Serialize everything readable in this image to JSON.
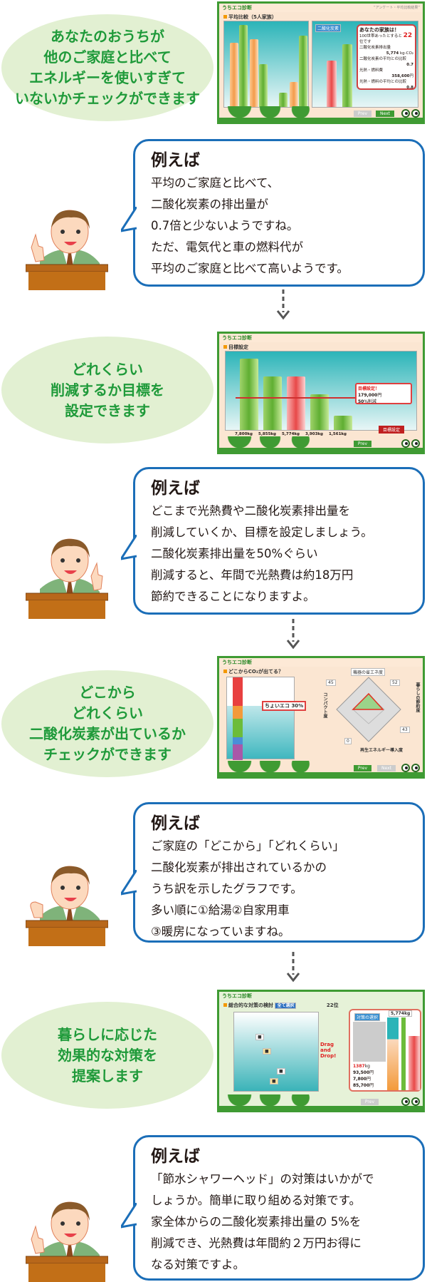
{
  "colors": {
    "accent_green": "#1f9a3a",
    "ellipse_bg": "#e2f0d2",
    "bubble_border": "#1b6eb8",
    "frame_green": "#3f9b33"
  },
  "sections": [
    {
      "headline": "あなたのおうちが\n他のご家庭と比べて\nエネルギーを使いすぎて\nいないかチェックができます",
      "thumb": {
        "app": "うちエコ診断",
        "title": "平均比較（5人家族）",
        "sub_title": "“アンケート・平均比較結果”",
        "panel_label": "二酸化炭素",
        "box_title": "あなたの家族は！",
        "rank_text": "100世帯あったとすると",
        "rank": "22",
        "rank_unit": "位です",
        "co2_label": "二酸化炭素排出量",
        "co2_value": "5,774",
        "co2_unit": "kg-CO₂",
        "ratio_label": "二酸化炭素の平均との比較",
        "ratio_value": "0.7",
        "cost_label": "光熱・燃料費",
        "cost_value": "358,600",
        "cost_unit": "円",
        "cost_ratio_label": "光熱・燃料の平均との比較",
        "cost_ratio_value": "0.8",
        "prev": "Prev",
        "next": "Next"
      },
      "bubble": {
        "title": "例えば",
        "body": "平均のご家庭と比べて、\n二酸化炭素の排出量が\n0.7倍と少ないようですね。\nただ、電気代と車の燃料代が\n平均のご家庭と比べて高いようです。"
      }
    },
    {
      "headline": "どれくらい\n削減するか目標を\n設定できます",
      "thumb": {
        "app": "うちエコ診断",
        "title": "目標設定",
        "goal_label": "目標設定！",
        "saving": "179,000",
        "reduction": "50",
        "vals": [
          "7,800kg",
          "5,855kg",
          "5,774kg",
          "3,903kg",
          "1,561kg"
        ],
        "prev": "Prev",
        "button": "目標設定"
      },
      "bubble": {
        "title": "例えば",
        "body": "どこまで光熱費や二酸化炭素排出量を\n削減していくか、目標を設定しましょう。\n二酸化炭素排出量を50%ぐらい\n削減すると、年間で光熱費は約18万円\n節約できることになりますよ。"
      }
    },
    {
      "headline": "どこから\nどれくらい\n二酸化炭素が出ているか\nチェックができます",
      "thumb": {
        "app": "うちエコ診断",
        "title": "どこからCO₂が出てる？",
        "eco_label": "ちょいエコ",
        "eco_pct": "30",
        "radar_top": "機器の省エネ度",
        "radar_right": "暮らしの節約度",
        "radar_bottom": "再生エネルギー導入度",
        "radar_left": "コンパクト度",
        "scores": [
          "52",
          "43",
          "0",
          "45"
        ],
        "prev": "Prev",
        "next": "Next"
      },
      "bubble": {
        "title": "例えば",
        "body": "ご家庭の「どこから」「どれくらい」\n二酸化炭素が排出されているかの\nうち訳を示したグラフです。\n多い順に①給湯②自家用車\n③暖房になっていますね。"
      }
    },
    {
      "headline": "暮らしに応じた\n効果的な対策を\n提案します",
      "thumb": {
        "app": "うちエコ診断",
        "title": "総合的な対策の検討",
        "select_all": "全て選択",
        "panel_title": "対策の選択",
        "total": "5,774kg",
        "rank": "22",
        "co2": "1387",
        "cost": "93,500",
        "extra": "7,800",
        "sum": "85,700",
        "drag": "Drag and Drop!",
        "prev": "Prev"
      },
      "bubble": {
        "title": "例えば",
        "body": "「節水シャワーヘッド」の対策はいかがで\nしょうか。簡単に取り組める対策です。\n家全体からの二酸化炭素排出量の 5%を\n削減でき、光熱費は年間約２万円お得に\nなる対策ですよ。"
      }
    }
  ]
}
